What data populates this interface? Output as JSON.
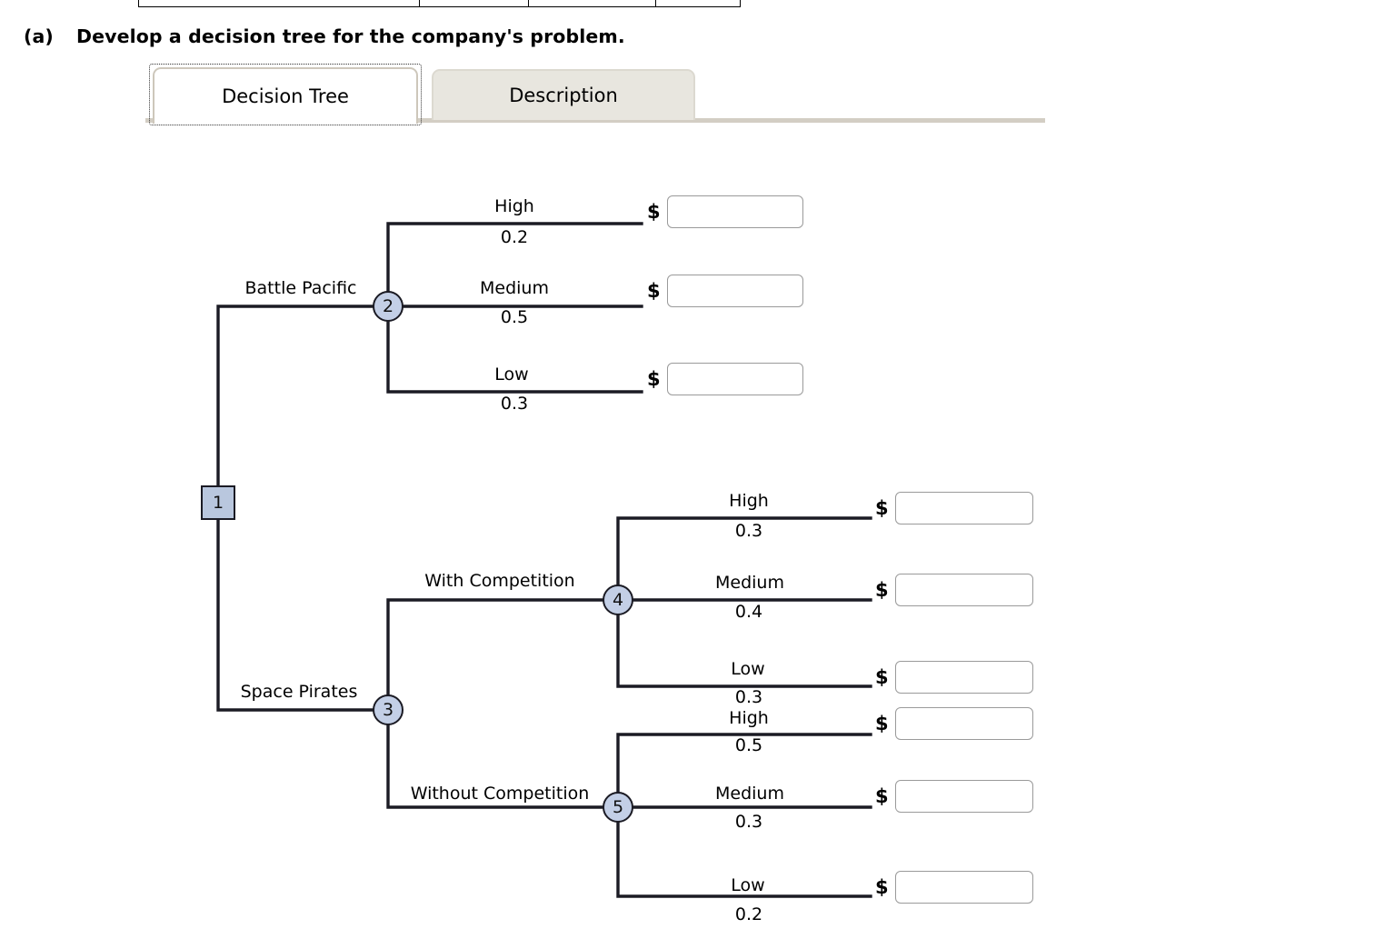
{
  "prompt": {
    "part_label": "(a)",
    "text": "Develop a decision tree for the company's problem."
  },
  "tabs": [
    {
      "label": "Decision Tree",
      "active": true
    },
    {
      "label": "Description",
      "active": false
    }
  ],
  "tree": {
    "nodes": [
      {
        "id": "1",
        "label": "1",
        "type": "decision"
      },
      {
        "id": "2",
        "label": "2",
        "type": "chance"
      },
      {
        "id": "3",
        "label": "3",
        "type": "chance"
      },
      {
        "id": "4",
        "label": "4",
        "type": "chance"
      },
      {
        "id": "5",
        "label": "5",
        "type": "chance"
      }
    ],
    "decision_branches": [
      {
        "label": "Battle Pacific",
        "from": "1",
        "to": "2"
      },
      {
        "label": "Space Pirates",
        "from": "1",
        "to": "3"
      },
      {
        "label": "With Competition",
        "from": "3",
        "to": "4"
      },
      {
        "label": "Without Competition",
        "from": "3",
        "to": "5"
      }
    ],
    "outcomes": [
      {
        "node": "2",
        "label": "High",
        "probability": "0.2",
        "currency": "$",
        "value": "",
        "placeholder": ""
      },
      {
        "node": "2",
        "label": "Medium",
        "probability": "0.5",
        "currency": "$",
        "value": "",
        "placeholder": ""
      },
      {
        "node": "2",
        "label": "Low",
        "probability": "0.3",
        "currency": "$",
        "value": "",
        "placeholder": ""
      },
      {
        "node": "4",
        "label": "High",
        "probability": "0.3",
        "currency": "$",
        "value": "",
        "placeholder": ""
      },
      {
        "node": "4",
        "label": "Medium",
        "probability": "0.4",
        "currency": "$",
        "value": "",
        "placeholder": ""
      },
      {
        "node": "4",
        "label": "Low",
        "probability": "0.3",
        "currency": "$",
        "value": "",
        "placeholder": ""
      },
      {
        "node": "5",
        "label": "High",
        "probability": "0.5",
        "currency": "$",
        "value": "",
        "placeholder": ""
      },
      {
        "node": "5",
        "label": "Medium",
        "probability": "0.3",
        "currency": "$",
        "value": "",
        "placeholder": ""
      },
      {
        "node": "5",
        "label": "Low",
        "probability": "0.2",
        "currency": "$",
        "value": "",
        "placeholder": ""
      }
    ]
  },
  "colors": {
    "chance_node_fill": "#c3cfe6",
    "decision_node_fill": "#b9c7de",
    "node_stroke": "#1b1b24",
    "branch_line": "#1b1b24",
    "tab_inactive_bg": "#e8e6df",
    "tab_underline": "#d3cec4",
    "input_border": "#9a9a9a"
  }
}
